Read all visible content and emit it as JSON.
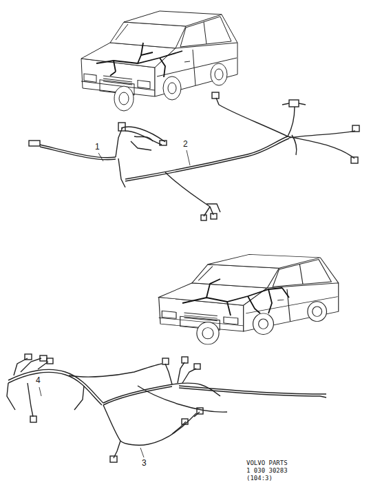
{
  "diagram": {
    "labels": [
      "1",
      "2",
      "4",
      "3",
      "VOLVO PARTS",
      "1 030 30283",
      "(104:3)"
    ]
  }
}
